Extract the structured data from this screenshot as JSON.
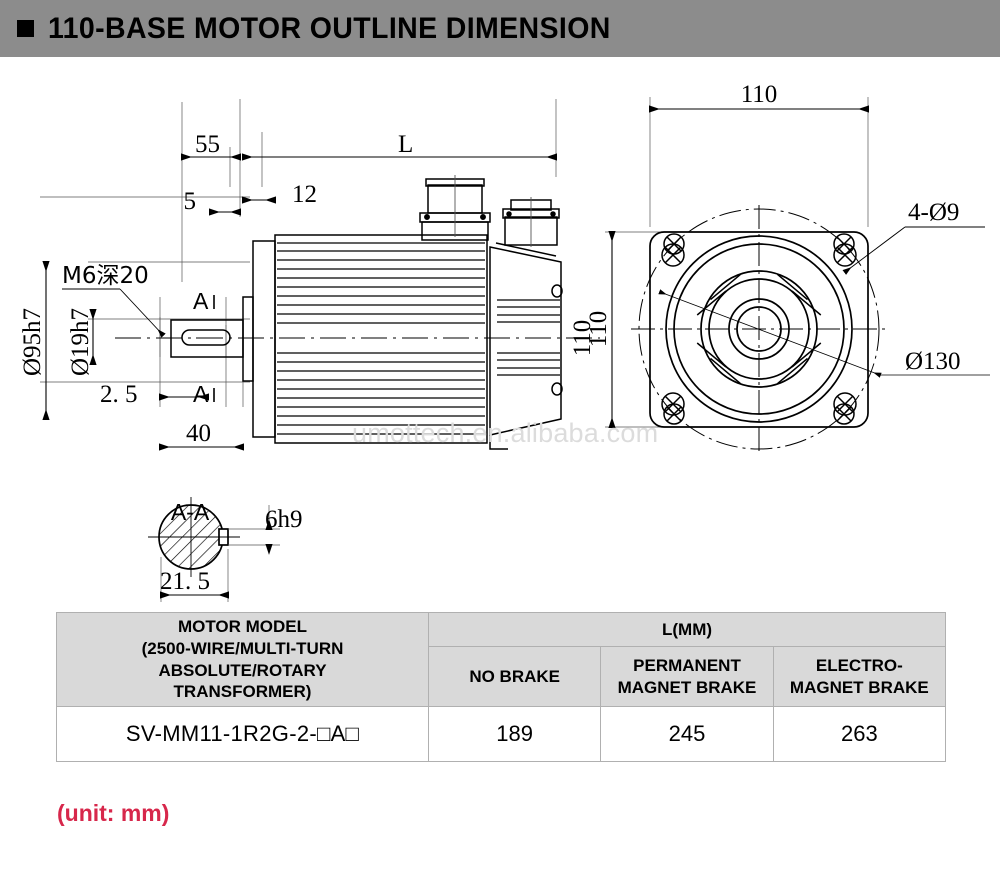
{
  "header": {
    "bullet": "square-bullet",
    "title": "110-BASE MOTOR OUTLINE DIMENSION",
    "background_color": "#8c8c8c"
  },
  "watermark": {
    "text": "umottech.en.alibaba.com",
    "color": "#dcdcdc"
  },
  "drawing": {
    "side_view": {
      "name": "motor-side-view",
      "dimensions": {
        "overall_length": "L",
        "flange_thickness": "12",
        "shaft_shoulder": "5",
        "front_length": "55",
        "shaft_length": "40",
        "step": "2. 5",
        "shaft_diameter": "Ø19h7",
        "pilot_diameter": "Ø95h7",
        "tapped_hole": "M6深20",
        "section_mark_top": "A",
        "section_mark_bottom": "A",
        "body_height": "110"
      }
    },
    "front_view": {
      "name": "motor-front-flange-view",
      "dimensions": {
        "width": "110",
        "height": "110",
        "mounting_holes": "4-Ø9",
        "bolt_circle": "Ø130"
      }
    },
    "section_view": {
      "name": "shaft-section-a-a",
      "title": "A-A",
      "dimensions": {
        "key_width": "6h9",
        "flat_depth": "21. 5"
      }
    }
  },
  "table": {
    "headers": {
      "model": "MOTOR MODEL\n(2500-WIRE/MULTI-TURN\nABSOLUTE/ROTARY\nTRANSFORMER)",
      "model_lines": [
        "MOTOR MODEL",
        "(2500-WIRE/MULTI-TURN",
        "ABSOLUTE/ROTARY",
        "TRANSFORMER)"
      ],
      "l_group": "L(MM)",
      "sub": [
        "NO BRAKE",
        "PERMANENT\nMAGNET BRAKE",
        "ELECTRO-\nMAGNET BRAKE"
      ],
      "sub_lines": [
        [
          "NO BRAKE"
        ],
        [
          "PERMANENT",
          "MAGNET BRAKE"
        ],
        [
          "ELECTRO-",
          "MAGNET BRAKE"
        ]
      ]
    },
    "rows": [
      {
        "model_prefix": "SV-MM11-1R2G-2-",
        "model_mid": "A",
        "model_full": "SV-MM11-1R2G-2-□A□",
        "no_brake": "189",
        "permanent_magnet_brake": "245",
        "electro_magnet_brake": "263"
      }
    ],
    "header_background": "#d9d9d9",
    "border_color": "#b0b0b0"
  },
  "note": {
    "unit_text": "(unit: mm)",
    "color": "#d7274b"
  }
}
